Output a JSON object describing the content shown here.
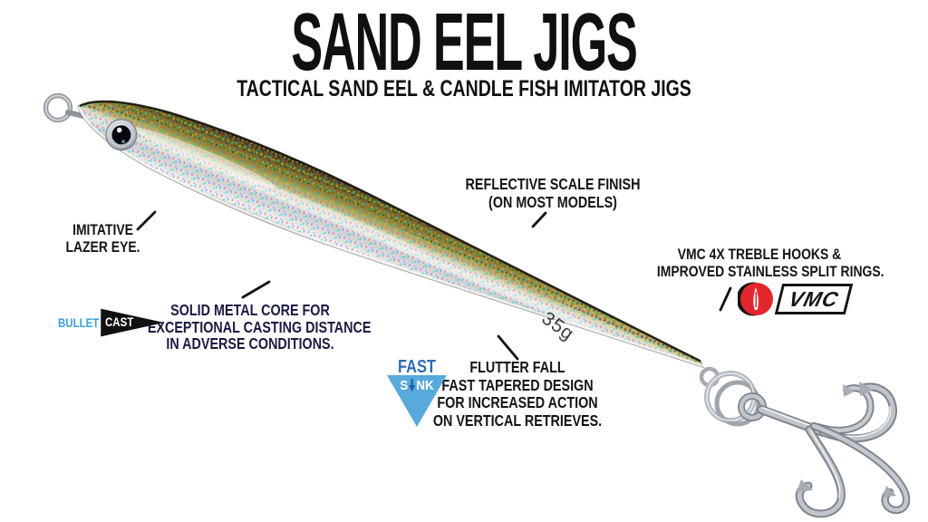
{
  "header": {
    "title": "SAND EEL JIGS",
    "subtitle": "TACTICAL SAND EEL & CANDLE FISH IMITATOR JIGS"
  },
  "lure": {
    "weight_label": "35g"
  },
  "callouts": {
    "lazer_eye": {
      "line1": "IMITATIVE",
      "line2": "LAZER EYE."
    },
    "scale_finish": {
      "line1": "REFLECTIVE SCALE FINISH",
      "line2": "(ON MOST MODELS)"
    },
    "hooks": {
      "line1": "VMC 4X TREBLE HOOKS &",
      "line2": "IMPROVED STAINLESS SPLIT RINGS."
    },
    "casting": {
      "line1": "SOLID METAL CORE FOR",
      "line2": "EXCEPTIONAL CASTING DISTANCE",
      "line3": "IN ADVERSE CONDITIONS."
    },
    "flutter": {
      "line1": "FLUTTER FALL",
      "line2": "FAST TAPERED DESIGN",
      "line3": "FOR INCREASED ACTION",
      "line4": "ON VERTICAL RETRIEVES."
    }
  },
  "logos": {
    "bulletcast": {
      "bullet": "BULLET",
      "cast": "CAST"
    },
    "fastsink": {
      "fast": "FAST",
      "sink_s": "S",
      "sink_nk": "NK"
    },
    "vmc": {
      "wordmark": "VMC"
    }
  },
  "colors": {
    "text_black": "#141414",
    "navy_text": "#1a1a44",
    "bullet_blue": "#3aa0d8",
    "fast_blue": "#2e6cb5",
    "sink_triangle_blue": "#58aadc",
    "vmc_red": "#e2262d"
  }
}
